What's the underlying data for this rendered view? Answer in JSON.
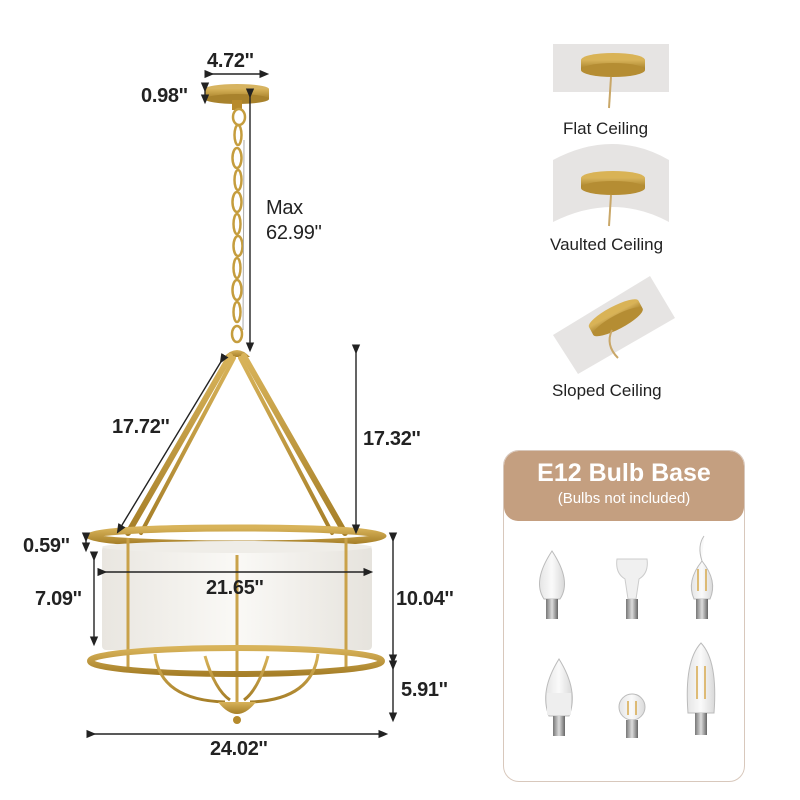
{
  "diagram": {
    "subject": "Gold drum-shade pendant chandelier dimensions",
    "dimensions": {
      "canopy_width": "4.72''",
      "canopy_height": "0.98''",
      "max_chain": "Max\n62.99''",
      "max_label": "Max",
      "max_value": "62.99''",
      "arm_length": "17.72''",
      "frame_height": "17.32''",
      "ring_thickness": "0.59''",
      "shade_width": "21.65''",
      "shade_height": "7.09''",
      "body_height": "10.04''",
      "bottom_height": "5.91''",
      "overall_width": "24.02''"
    },
    "ceiling_types": [
      {
        "label": "Flat Ceiling"
      },
      {
        "label": "Vaulted Ceiling"
      },
      {
        "label": "Sloped Ceiling"
      }
    ],
    "bulb_panel": {
      "title": "E12 Bulb Base",
      "subtitle": "(Bulbs not included)",
      "bulbs": [
        "candle-clear",
        "reflector",
        "flame-tip-filament",
        "frosted-candle",
        "globe-filament",
        "torpedo-filament"
      ]
    },
    "colors": {
      "gold": "#c29a3a",
      "gold_dark": "#9c7a24",
      "shade": "#f4f2ee",
      "panel_header": "#c49f80",
      "text": "#222222"
    }
  }
}
